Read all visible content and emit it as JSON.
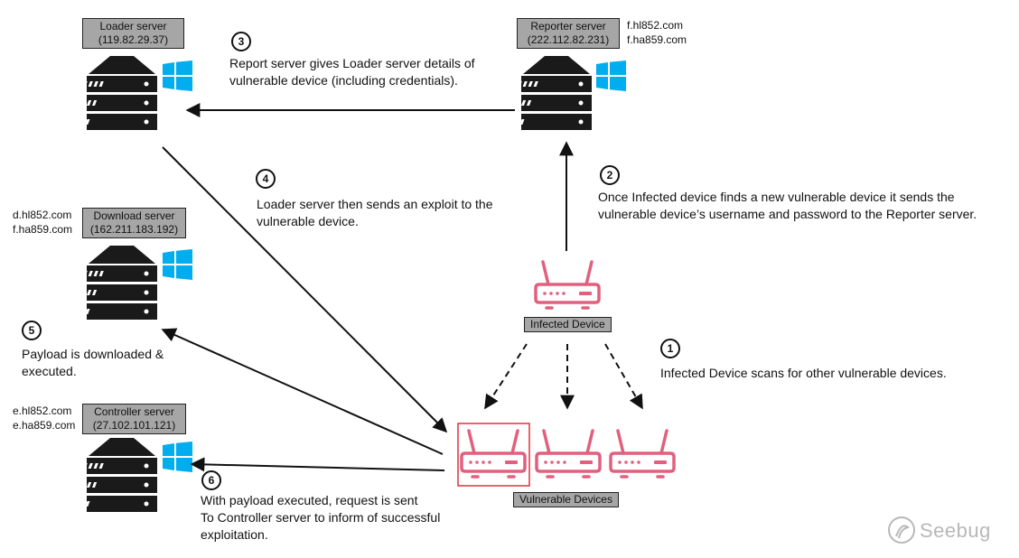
{
  "servers": {
    "loader": {
      "name": "Loader server",
      "ip": "(119.82.29.37)"
    },
    "reporter": {
      "name": "Reporter server",
      "ip": "(222.112.82.231)",
      "domains": [
        "f.hl852.com",
        "f.ha859.com"
      ]
    },
    "download": {
      "name": "Download server",
      "ip": "(162.211.183.192)",
      "domains": [
        "d.hl852.com",
        "f.ha859.com"
      ]
    },
    "controller": {
      "name": "Controller server",
      "ip": "(27.102.101.121)",
      "domains": [
        "e.hl852.com",
        "e.ha859.com"
      ]
    }
  },
  "steps": [
    {
      "num": "1",
      "lines": [
        "Infected Device scans for other vulnerable devices."
      ]
    },
    {
      "num": "2",
      "lines": [
        "Once Infected device finds a new vulnerable device it sends the",
        "vulnerable device’s username and password to the Reporter server."
      ]
    },
    {
      "num": "3",
      "lines": [
        "Report server gives Loader server details of",
        "vulnerable device (including credentials)."
      ]
    },
    {
      "num": "4",
      "lines": [
        "Loader server then sends an exploit to the",
        "vulnerable device."
      ]
    },
    {
      "num": "5",
      "lines": [
        "Payload is downloaded &",
        "executed."
      ]
    },
    {
      "num": "6",
      "lines": [
        "With payload executed, request is sent",
        "To Controller server to inform of successful",
        "exploitation."
      ]
    }
  ],
  "devices": {
    "infected_label": "Infected Device",
    "vulnerable_label": "Vulnerable Devices"
  },
  "colors": {
    "router": "#e0607e",
    "windows": "#00adef",
    "server": "#1a1a1a",
    "label_bg": "#a6a6a6",
    "highlight": "#e0303a"
  },
  "watermark": "Seebug"
}
